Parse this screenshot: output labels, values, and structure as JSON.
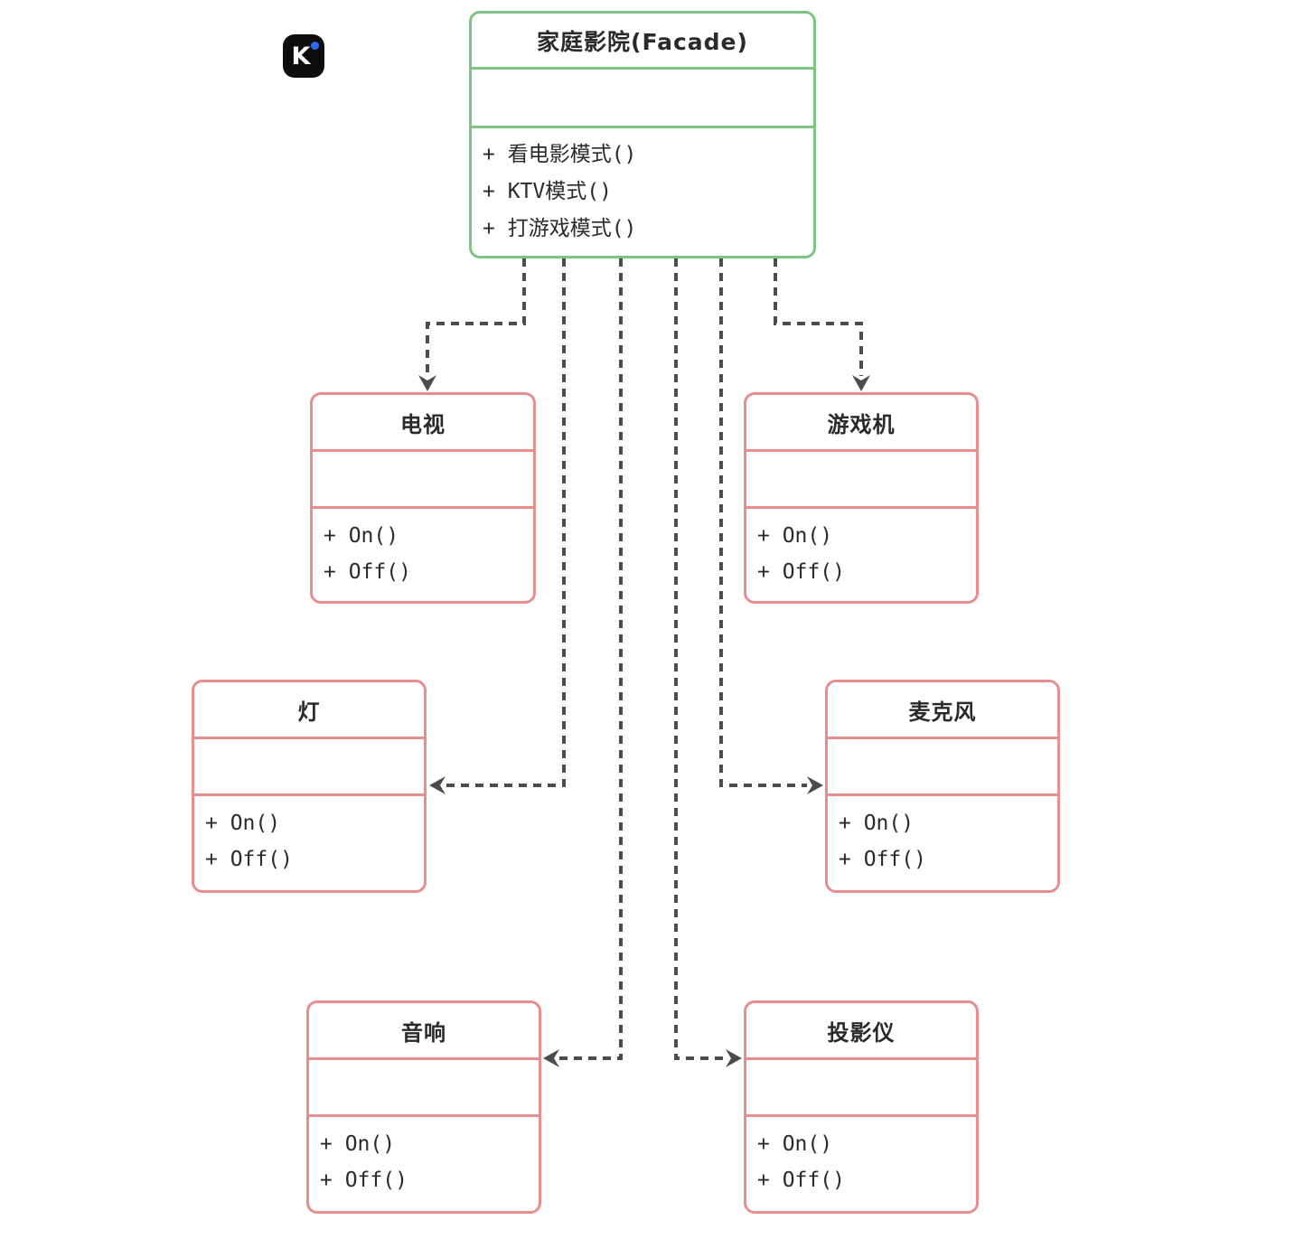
{
  "logo": {
    "letter": "K"
  },
  "colors": {
    "facade_border": "#7cc47f",
    "subsystem_border": "#e78d8d",
    "connector": "#4c4c4c",
    "text": "#2a2a2a",
    "logo_background": "#0d0d0d",
    "logo_dot": "#2e6bf0"
  },
  "facade": {
    "title": "家庭影院(Facade)",
    "attributes": [],
    "methods": [
      "+ 看电影模式()",
      "+ KTV模式()",
      "+ 打游戏模式()"
    ]
  },
  "subsystems": [
    {
      "title": "电视",
      "attributes": [],
      "methods": [
        "+ On()",
        "+ Off()"
      ]
    },
    {
      "title": "游戏机",
      "attributes": [],
      "methods": [
        "+ On()",
        "+ Off()"
      ]
    },
    {
      "title": "灯",
      "attributes": [],
      "methods": [
        "+ On()",
        "+ Off()"
      ]
    },
    {
      "title": "麦克风",
      "attributes": [],
      "methods": [
        "+ On()",
        "+ Off()"
      ]
    },
    {
      "title": "音响",
      "attributes": [],
      "methods": [
        "+ On()",
        "+ Off()"
      ]
    },
    {
      "title": "投影仪",
      "attributes": [],
      "methods": [
        "+ On()",
        "+ Off()"
      ]
    }
  ],
  "connections": [
    {
      "from": "家庭影院(Facade)",
      "to": "电视",
      "style": "dashed-arrow"
    },
    {
      "from": "家庭影院(Facade)",
      "to": "灯",
      "style": "dashed-arrow"
    },
    {
      "from": "家庭影院(Facade)",
      "to": "音响",
      "style": "dashed-arrow"
    },
    {
      "from": "家庭影院(Facade)",
      "to": "投影仪",
      "style": "dashed-arrow"
    },
    {
      "from": "家庭影院(Facade)",
      "to": "麦克风",
      "style": "dashed-arrow"
    },
    {
      "from": "家庭影院(Facade)",
      "to": "游戏机",
      "style": "dashed-arrow"
    }
  ]
}
